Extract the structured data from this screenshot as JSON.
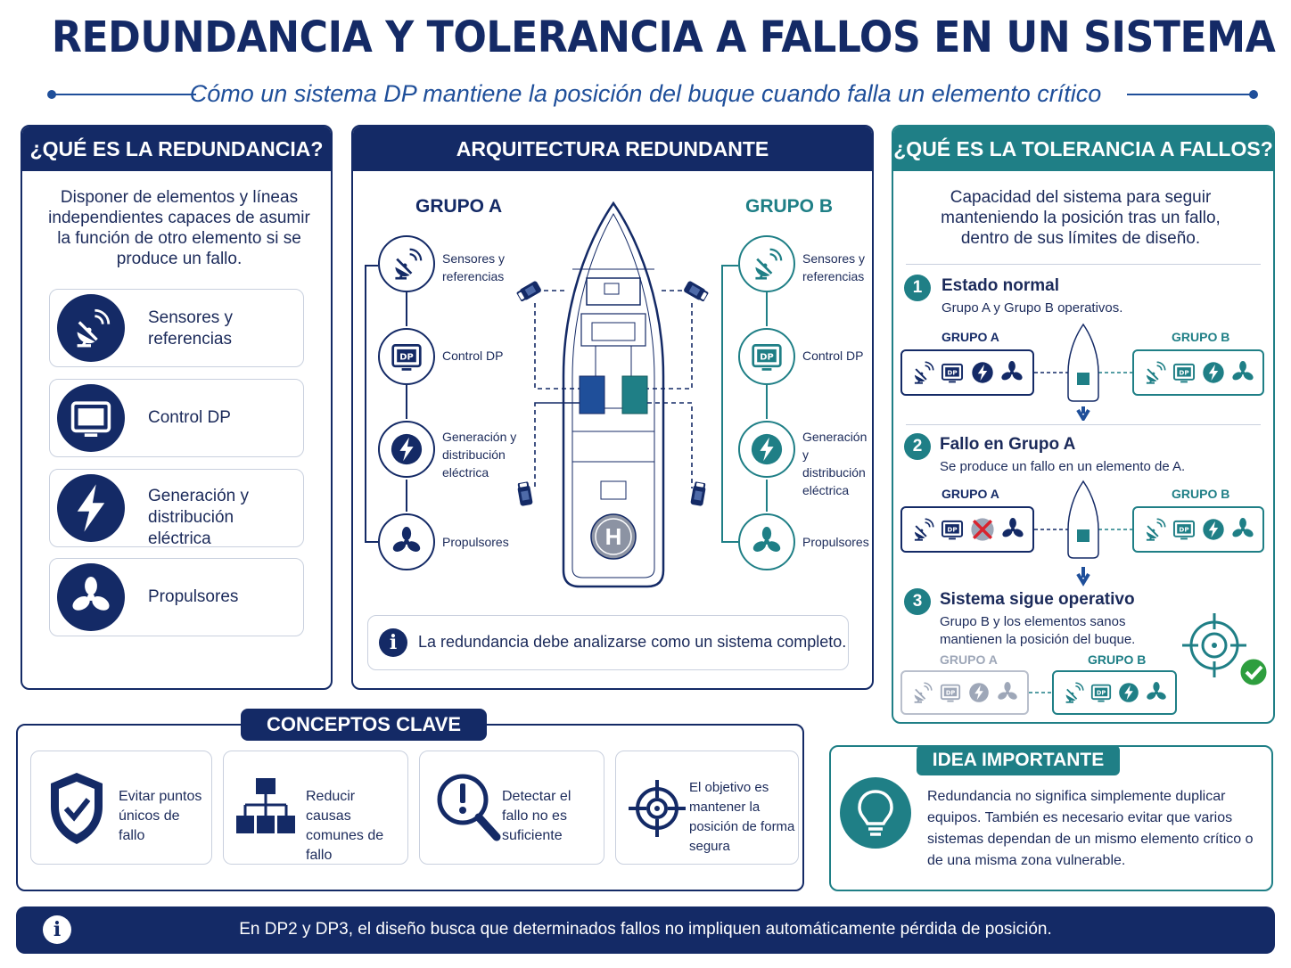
{
  "header": {
    "title": "REDUNDANCIA Y TOLERANCIA A FALLOS EN UN SISTEMA DP",
    "subtitle": "Cómo un sistema DP mantiene la posición del buque cuando falla un elemento crítico"
  },
  "left_panel": {
    "title": "¿QUÉ ES LA REDUNDANCIA?",
    "description": "Disponer de elementos y líneas independientes capaces de asumir la función de otro elemento si se produce un fallo.",
    "items": [
      {
        "label": "Sensores y referencias",
        "icon": "satellite-dish-icon"
      },
      {
        "label": "Control DP",
        "icon": "dp-monitor-icon"
      },
      {
        "label": "Generación y distribución eléctrica",
        "icon": "lightning-icon"
      },
      {
        "label": "Propulsores",
        "icon": "propeller-icon"
      }
    ]
  },
  "center_panel": {
    "title": "ARQUITECTURA REDUNDANTE",
    "group_a": "GRUPO A",
    "group_b": "GRUPO B",
    "elements": [
      {
        "label": "Sensores y referencias"
      },
      {
        "label": "Control DP"
      },
      {
        "label": "Generación y distribución eléctrica"
      },
      {
        "label": "Propulsores"
      }
    ],
    "dp_badge": "DP",
    "helipad": "H",
    "note": "La redundancia debe analizarse como un sistema completo."
  },
  "right_panel": {
    "title": "¿QUÉ ES LA TOLERANCIA A FALLOS?",
    "description": "Capacidad del sistema para seguir manteniendo la posición tras un fallo, dentro de sus límites de diseño.",
    "steps": [
      {
        "num": "1",
        "title": "Estado normal",
        "text": "Grupo A y Grupo B operativos."
      },
      {
        "num": "2",
        "title": "Fallo en Grupo A",
        "text": "Se produce un fallo en un elemento de A."
      },
      {
        "num": "3",
        "title": "Sistema sigue operativo",
        "text": "Grupo B y los elementos sanos mantienen la posición del buque."
      }
    ],
    "group_a": "GRUPO A",
    "group_b": "GRUPO B"
  },
  "concepts": {
    "title": "CONCEPTOS CLAVE",
    "items": [
      {
        "text": "Evitar puntos únicos de fallo",
        "icon": "shield-check-icon"
      },
      {
        "text": "Reducir causas comunes de fallo",
        "icon": "hierarchy-icon"
      },
      {
        "text": "Detectar el fallo no es suficiente",
        "icon": "magnifier-alert-icon"
      },
      {
        "text": "El objetivo es mantener la posición de forma segura",
        "icon": "target-icon"
      }
    ]
  },
  "idea": {
    "title": "IDEA IMPORTANTE",
    "text": "Redundancia no significa simplemente duplicar equipos. También es necesario evitar que varios sistemas dependan de un mismo elemento crítico o de una misma zona vulnerable."
  },
  "footer": {
    "text": "En DP2 y DP3, el diseño busca que determinados fallos no impliquen automáticamente pérdida de posición."
  },
  "colors": {
    "navy": "#142a66",
    "teal": "#1f7f86",
    "alert": "#d9232e",
    "ok": "#2e9e3e"
  }
}
